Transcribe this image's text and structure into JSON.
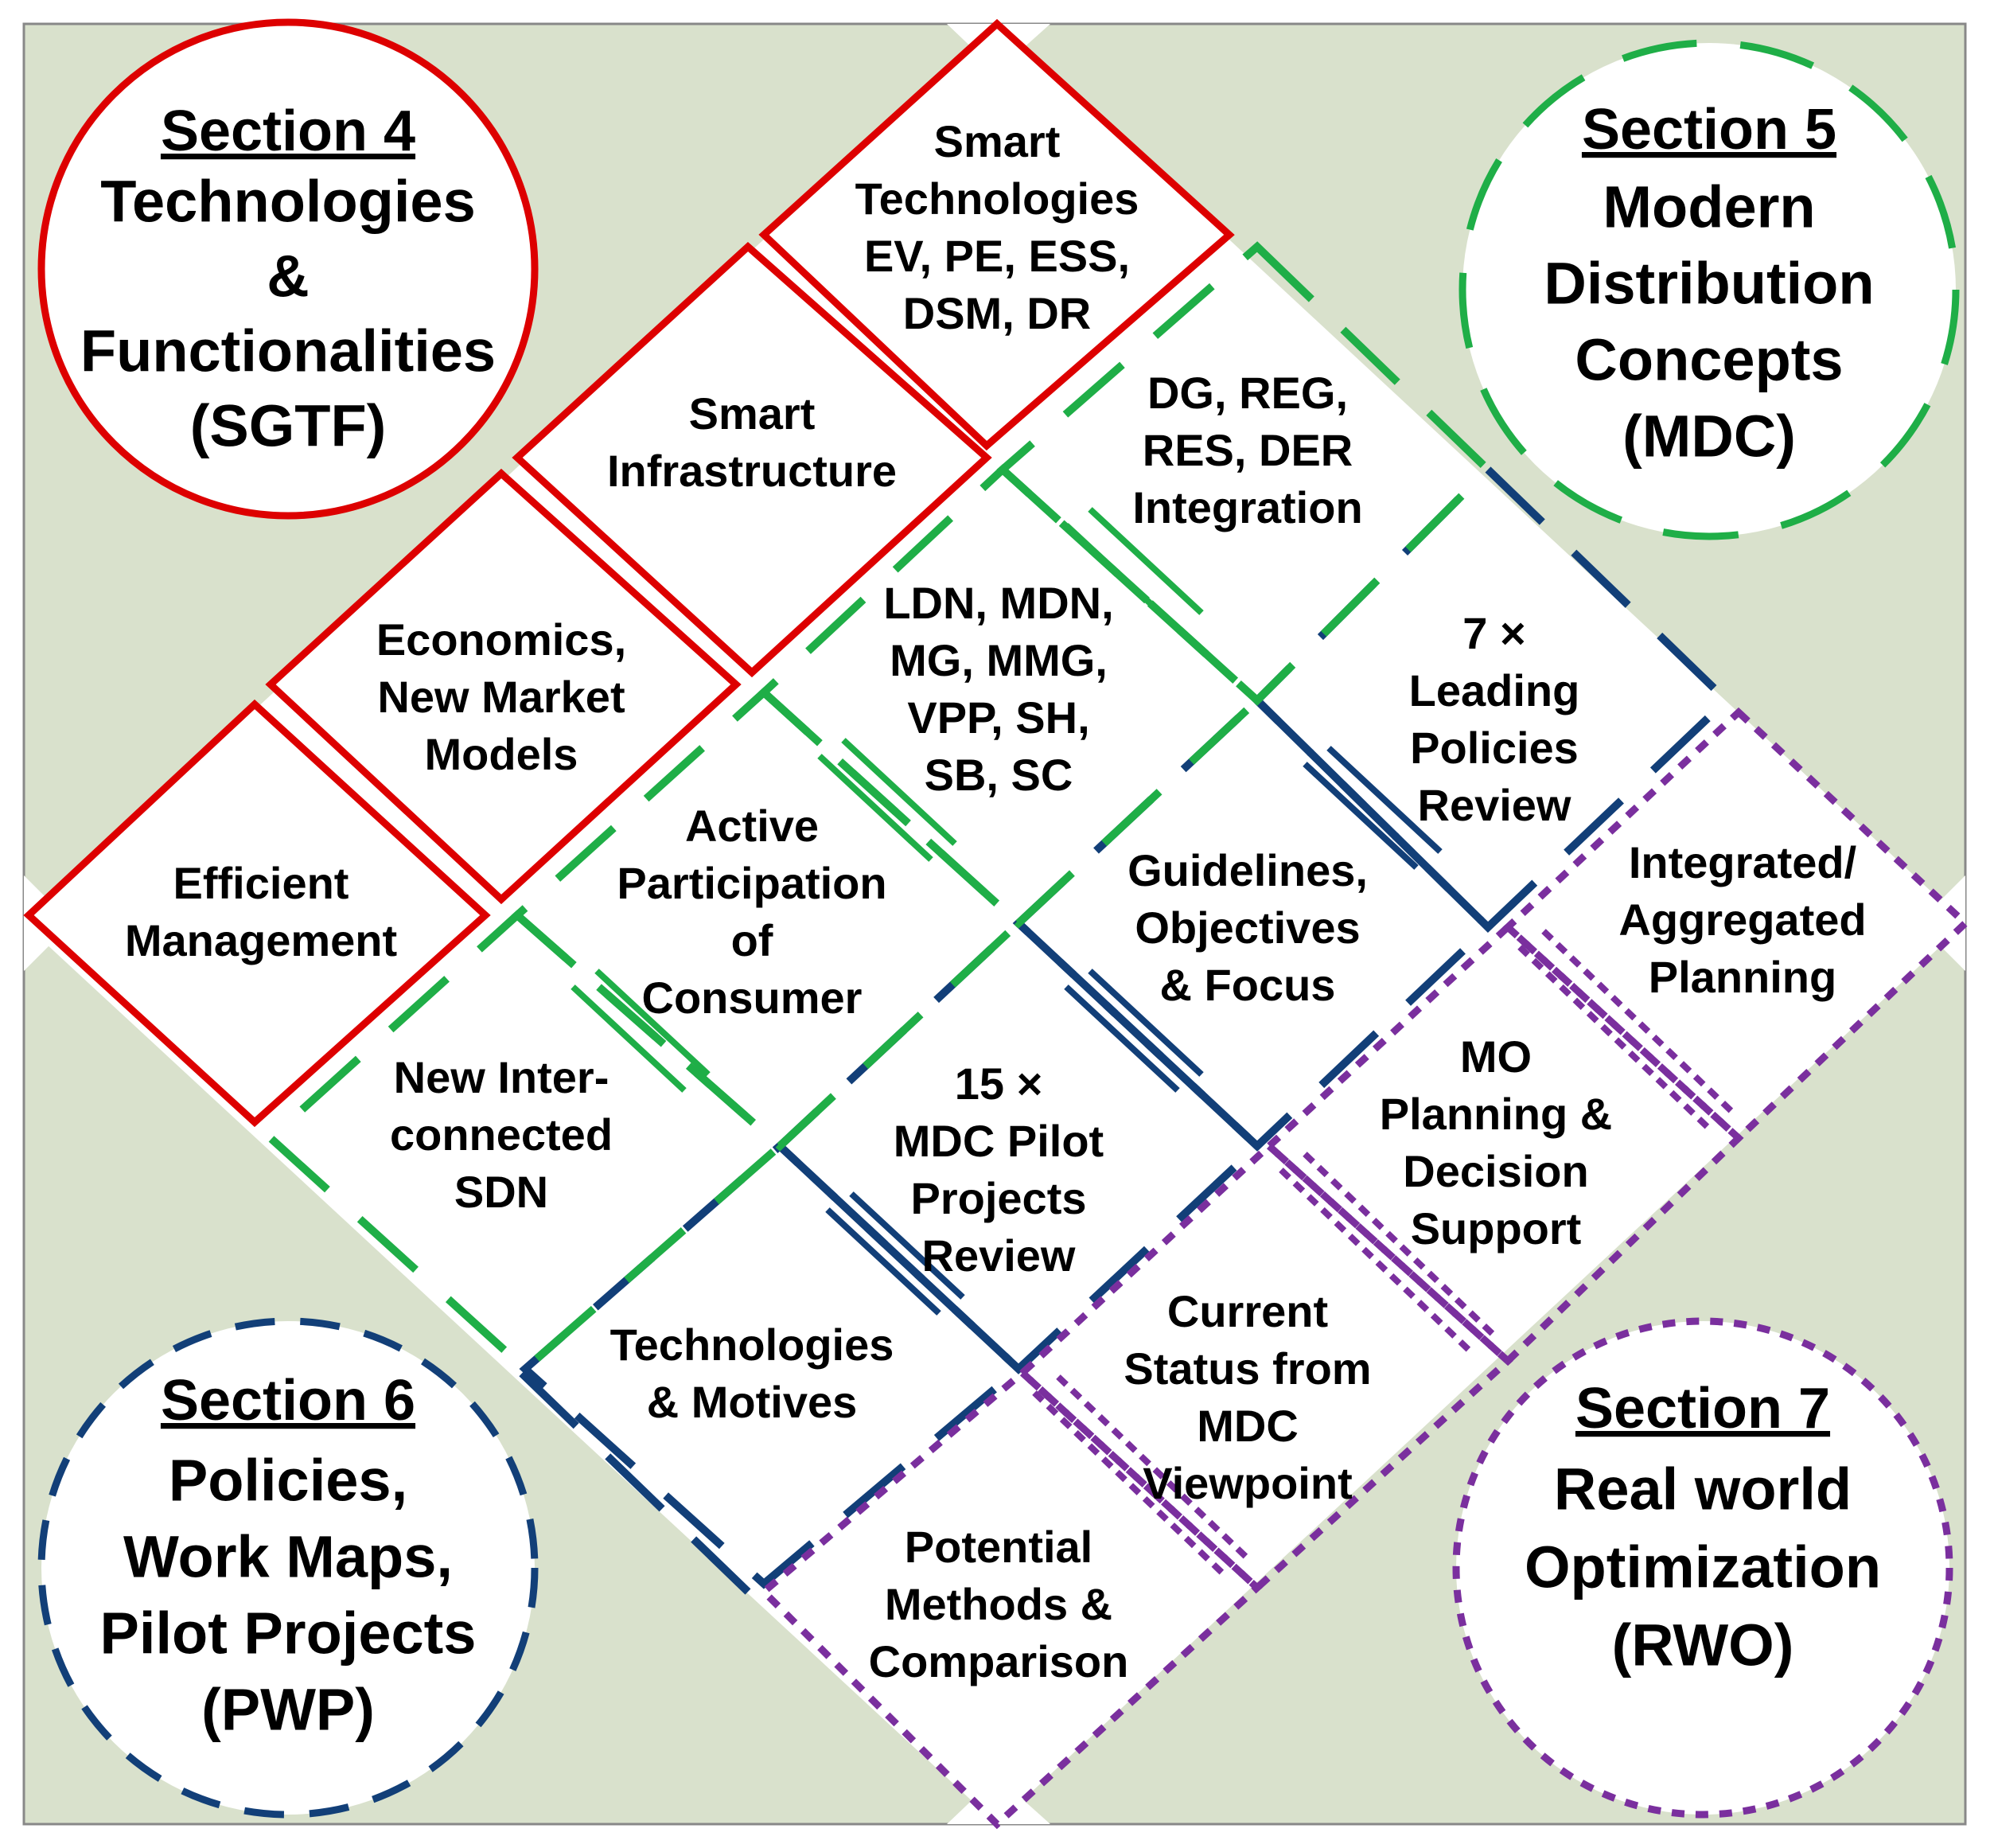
{
  "colors": {
    "background": "#ffffff",
    "corner_fill": "#d9e1cc",
    "red": "#dd0000",
    "green": "#1fae47",
    "navy": "#123f78",
    "purple": "#7a2f9e",
    "text": "#000000"
  },
  "sections": {
    "s4": {
      "title": "Section 4",
      "lines": [
        "Technologies",
        "&",
        "Functionalities",
        "(SGTF)"
      ]
    },
    "s5": {
      "title": "Section 5",
      "lines": [
        "Modern",
        "Distribution",
        "Concepts",
        "(MDC)"
      ]
    },
    "s6": {
      "title": "Section 6",
      "lines": [
        "Policies,",
        "Work Maps,",
        "Pilot Projects",
        "(PWP)"
      ]
    },
    "s7": {
      "title": "Section 7",
      "lines": [
        "Real world",
        "Optimization",
        "(RWO)"
      ]
    }
  },
  "cells": {
    "r1": {
      "lines": [
        "Smart",
        "Technologies",
        "EV, PE, ESS,",
        "DSM, DR"
      ]
    },
    "r2": {
      "lines": [
        "Smart",
        "Infrastructure"
      ]
    },
    "r3": {
      "lines": [
        "Economics,",
        "New Market",
        "Models"
      ]
    },
    "r4": {
      "lines": [
        "Efficient",
        "Management"
      ]
    },
    "g1": {
      "lines": [
        "DG, REG,",
        "RES, DER",
        "Integration"
      ]
    },
    "g2": {
      "lines": [
        "LDN, MDN,",
        "MG, MMG,",
        "VPP, SH,",
        "SB, SC"
      ]
    },
    "g3": {
      "lines": [
        "Active",
        "Participation",
        "of",
        "Consumer"
      ]
    },
    "g4": {
      "lines": [
        "New Inter-",
        "connected",
        "SDN"
      ]
    },
    "b1": {
      "lines": [
        "7 ×",
        "Leading",
        "Policies",
        "Review"
      ]
    },
    "b2": {
      "lines": [
        "Guidelines,",
        "Objectives",
        "& Focus"
      ]
    },
    "b3": {
      "lines": [
        "15 ×",
        "MDC Pilot",
        "Projects",
        "Review"
      ]
    },
    "b4": {
      "lines": [
        "Technologies",
        "& Motives"
      ]
    },
    "p1": {
      "lines": [
        "Integrated/",
        "Aggregated",
        "Planning"
      ]
    },
    "p2": {
      "lines": [
        "MO",
        "Planning &",
        "Decision",
        "Support"
      ]
    },
    "p3": {
      "lines": [
        "Current",
        "Status  from",
        "MDC",
        "Viewpoint"
      ]
    },
    "p4": {
      "lines": [
        "Potential",
        "Methods &",
        "Comparison"
      ]
    }
  }
}
